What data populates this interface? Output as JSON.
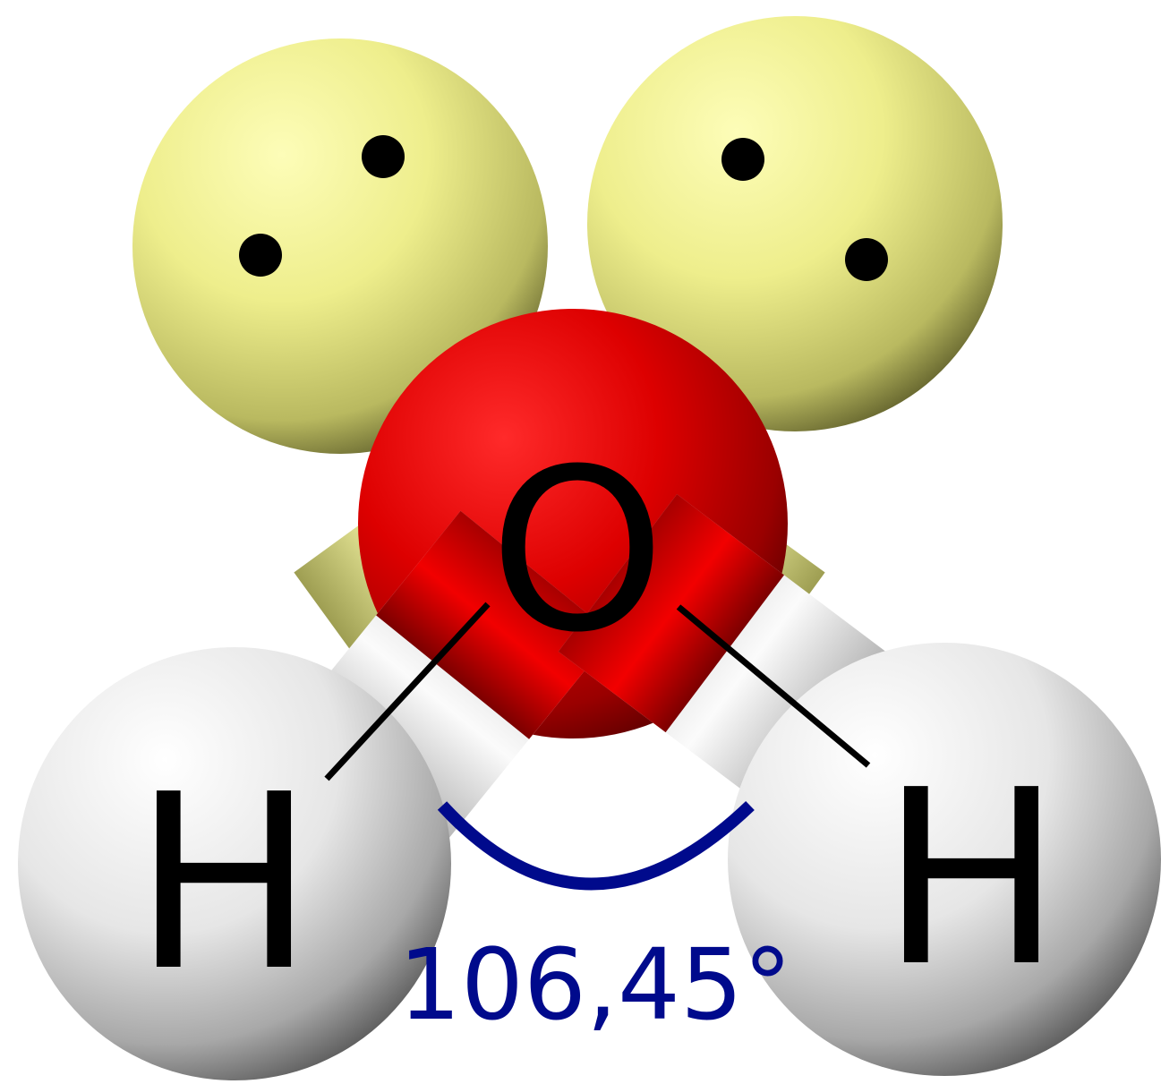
{
  "molecule": {
    "central_atom": {
      "symbol": "O",
      "color": "#e00000"
    },
    "hydrogen_left": {
      "symbol": "H",
      "color": "#e8e8e8"
    },
    "hydrogen_right": {
      "symbol": "H",
      "color": "#e8e8e8"
    },
    "lone_pair_color": "#f2f294",
    "electron_dot_color": "#000000"
  },
  "bond_angle": {
    "label": "106,45°",
    "color": "#000a8c"
  }
}
